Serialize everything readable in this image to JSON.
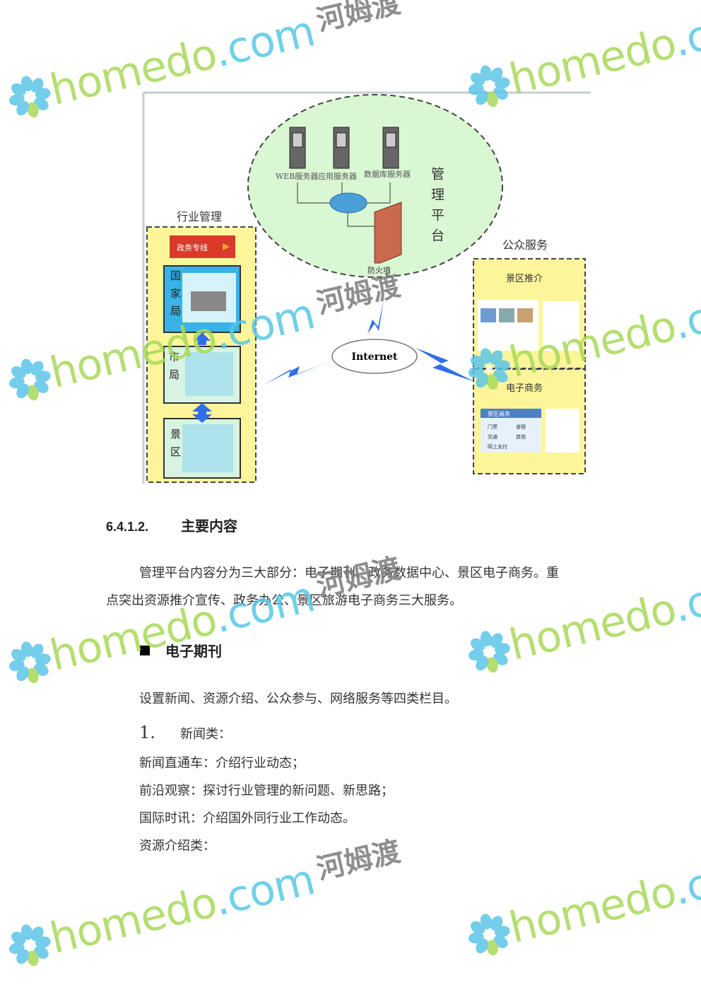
{
  "diagram": {
    "platform_label": "管理平台",
    "servers": [
      "WEB服务器",
      "应用服务器",
      "数据库服务器"
    ],
    "firewall_label": "防火墙",
    "internet_label": "Internet",
    "industry": {
      "title": "行业管理",
      "banner": "政务专线",
      "levels": [
        "国家局",
        "市局",
        "景区"
      ]
    },
    "public": {
      "title": "公众服务",
      "sections": [
        "景区推介",
        "电子商务"
      ],
      "shop_header": "景区商务",
      "shop_items": [
        "门票",
        "食宿",
        "交通",
        "其他",
        "网上支付"
      ]
    }
  },
  "section": {
    "number": "6.4.1.2.",
    "title": "主要内容"
  },
  "intro_line1": "管理平台内容分为三大部分：电子期刊、政务数据中心、景区电子商务。重",
  "intro_line2": "点突出资源推介宣传、政务办公、景区旅游电子商务三大服务。",
  "bullet_title": "电子期刊",
  "columns_text": "设置新闻、资源介绍、公众参与、网络服务等四类栏目。",
  "list_number": "1.",
  "list_title": "新闻类：",
  "items": [
    "新闻直通车：介绍行业动态；",
    "前沿观察：探讨行业管理的新问题、新思路；",
    "国际时讯：介绍国外同行业工作动态。",
    "资源介绍类："
  ],
  "watermark": {
    "brand": "homedo",
    "domain": ".com",
    "cn": "河姆渡"
  }
}
